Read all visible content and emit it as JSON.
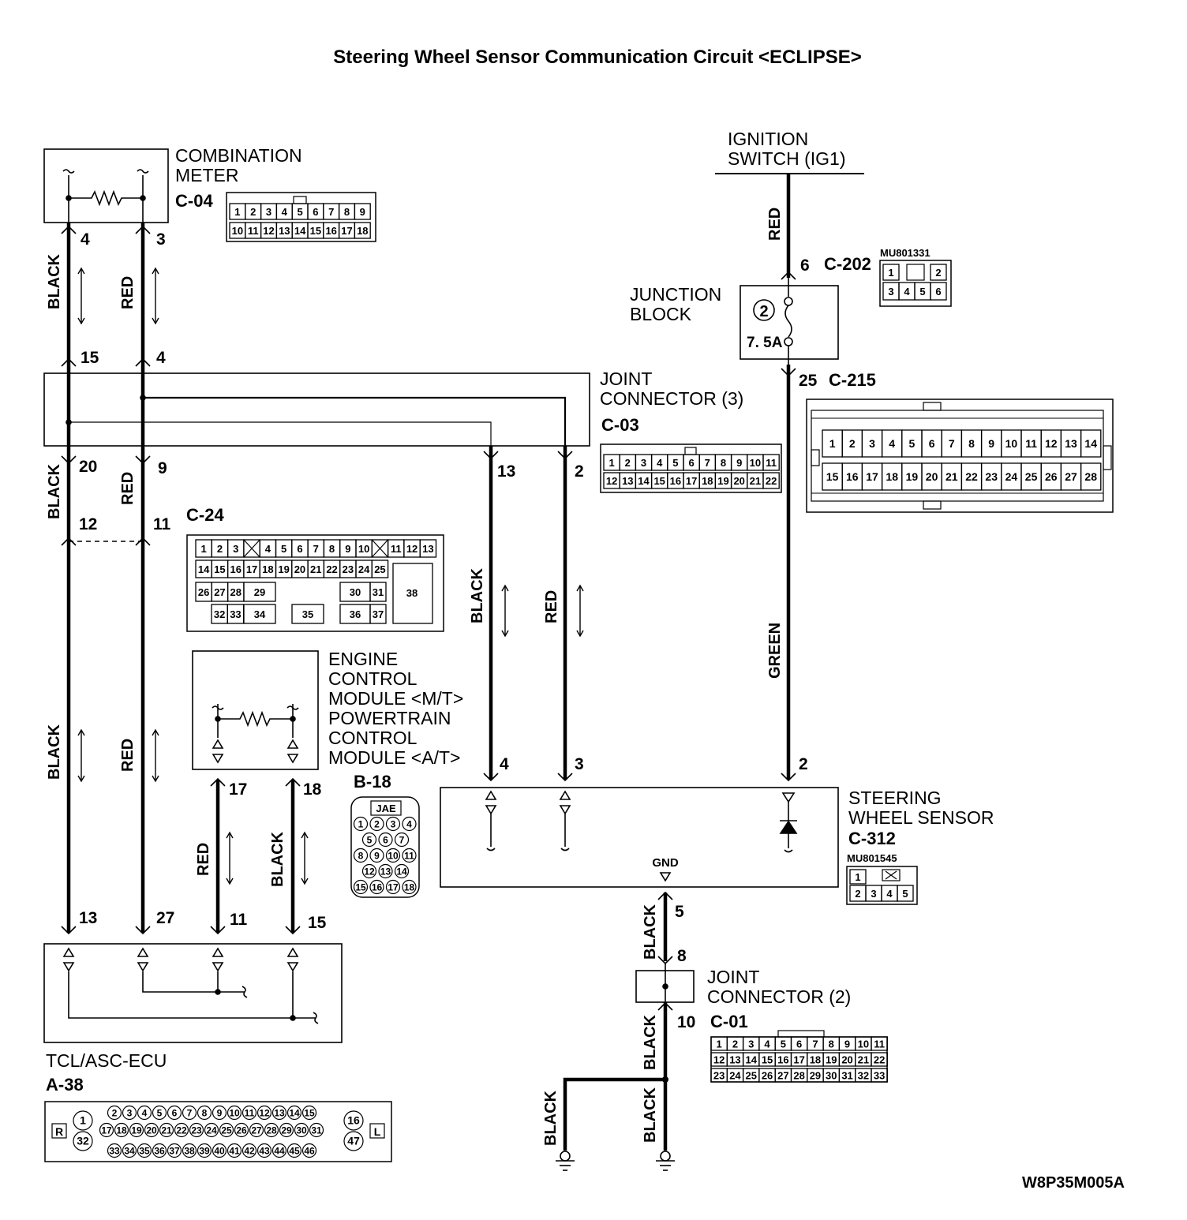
{
  "title": "Steering Wheel Sensor Communication Circuit <ECLIPSE>",
  "drawing_code": "W8P35M005A",
  "colors": {
    "line": "#000000",
    "background": "#ffffff"
  },
  "components": {
    "combination_meter": {
      "name_line1": "COMBINATION",
      "name_line2": "METER",
      "connector": "C-04"
    },
    "ignition_switch": {
      "name_line1": "IGNITION",
      "name_line2": "SWITCH (IG1)"
    },
    "junction_block": {
      "name_line1": "JUNCTION",
      "name_line2": "BLOCK",
      "fuse_number": "2",
      "fuse_rating": "7. 5A",
      "connector_in": "C-202",
      "connector_in_part": "MU801331",
      "connector_out": "C-215"
    },
    "joint_connector_3": {
      "name_line1": "JOINT",
      "name_line2": "CONNECTOR (3)",
      "connector": "C-03"
    },
    "c24": {
      "connector": "C-24"
    },
    "engine_module": {
      "line1": "ENGINE",
      "line2": "CONTROL",
      "line3": "MODULE <M/T>",
      "line4": "POWERTRAIN",
      "line5": "CONTROL",
      "line6": "MODULE <A/T>",
      "connector": "B-18",
      "brand": "JAE"
    },
    "steering_wheel_sensor": {
      "name_line1": "STEERING",
      "name_line2": "WHEEL SENSOR",
      "connector": "C-312",
      "connector_part": "MU801545",
      "gnd": "GND"
    },
    "joint_connector_2": {
      "name_line1": "JOINT",
      "name_line2": "CONNECTOR (2)",
      "connector": "C-01"
    },
    "tcl_ecu": {
      "name": "TCL/ASC-ECU",
      "connector": "A-38",
      "r": "R",
      "l": "L"
    }
  },
  "wire_colors": {
    "black": "BLACK",
    "red": "RED",
    "green": "GREEN"
  },
  "pins": {
    "meter_4": "4",
    "meter_3": "3",
    "jc3_15": "15",
    "jc3_4": "4",
    "jc3_20": "20",
    "jc3_9": "9",
    "jc3_13": "13",
    "jc3_2": "2",
    "c24_12": "12",
    "c24_11": "11",
    "ecm_17": "17",
    "ecm_18": "18",
    "sws_4": "4",
    "sws_3": "3",
    "sws_2": "2",
    "sws_5": "5",
    "jb_6": "6",
    "jb_25": "25",
    "jc2_8": "8",
    "jc2_10": "10",
    "ecu_13": "13",
    "ecu_27": "27",
    "ecu_11": "11",
    "ecu_15": "15"
  },
  "connector_faces": {
    "c04": {
      "row1": [
        "1",
        "2",
        "3",
        "4",
        "5",
        "6",
        "7",
        "8",
        "9"
      ],
      "row2": [
        "10",
        "11",
        "12",
        "13",
        "14",
        "15",
        "16",
        "17",
        "18"
      ]
    },
    "c202": {
      "row1": [
        "1",
        "",
        "2"
      ],
      "row2": [
        "3",
        "4",
        "5",
        "6"
      ]
    },
    "c215": {
      "row1": [
        "1",
        "2",
        "3",
        "4",
        "5",
        "6",
        "7",
        "8",
        "9",
        "10",
        "11",
        "12",
        "13",
        "14"
      ],
      "row2": [
        "15",
        "16",
        "17",
        "18",
        "19",
        "20",
        "21",
        "22",
        "23",
        "24",
        "25",
        "26",
        "27",
        "28"
      ]
    },
    "c03": {
      "row1": [
        "1",
        "2",
        "3",
        "4",
        "5",
        "6",
        "7",
        "8",
        "9",
        "10",
        "11"
      ],
      "row2": [
        "12",
        "13",
        "14",
        "15",
        "16",
        "17",
        "18",
        "19",
        "20",
        "21",
        "22"
      ]
    },
    "c24": {
      "row1": [
        "1",
        "2",
        "3",
        "",
        "4",
        "5",
        "6",
        "7",
        "8",
        "9",
        "10",
        "",
        "11",
        "12",
        "13"
      ],
      "row2": [
        "14",
        "15",
        "16",
        "17",
        "18",
        "19",
        "20",
        "21",
        "22",
        "23",
        "24",
        "25"
      ],
      "row3": [
        "26",
        "27",
        "28",
        "29",
        "30",
        "31",
        "38"
      ],
      "row4": [
        "32",
        "33",
        "34",
        "35",
        "36",
        "37"
      ]
    },
    "b18": {
      "row1": [
        "1",
        "2",
        "3",
        "4"
      ],
      "row2": [
        "5",
        "6",
        "7"
      ],
      "row3": [
        "8",
        "9",
        "10",
        "11"
      ],
      "row4": [
        "12",
        "13",
        "14"
      ],
      "row5": [
        "15",
        "16",
        "17",
        "18"
      ]
    },
    "c312": {
      "row1": [
        "1",
        ""
      ],
      "row2": [
        "2",
        "3",
        "4",
        "5"
      ]
    },
    "c01": {
      "row1": [
        "1",
        "2",
        "3",
        "4",
        "5",
        "6",
        "7",
        "8",
        "9",
        "10",
        "11"
      ],
      "row2": [
        "12",
        "13",
        "14",
        "15",
        "16",
        "17",
        "18",
        "19",
        "20",
        "21",
        "22"
      ],
      "row3": [
        "23",
        "24",
        "25",
        "26",
        "27",
        "28",
        "29",
        "30",
        "31",
        "32",
        "33"
      ]
    },
    "a38": {
      "row1": [
        "2",
        "3",
        "4",
        "5",
        "6",
        "7",
        "8",
        "9",
        "10",
        "11",
        "12",
        "13",
        "14",
        "15"
      ],
      "row2": [
        "17",
        "18",
        "19",
        "20",
        "21",
        "22",
        "23",
        "24",
        "25",
        "26",
        "27",
        "28",
        "29",
        "30",
        "31"
      ],
      "row3": [
        "33",
        "34",
        "35",
        "36",
        "37",
        "38",
        "39",
        "40",
        "41",
        "42",
        "43",
        "44",
        "45",
        "46"
      ],
      "left": [
        "1",
        "32"
      ],
      "right": [
        "16",
        "47"
      ]
    }
  }
}
